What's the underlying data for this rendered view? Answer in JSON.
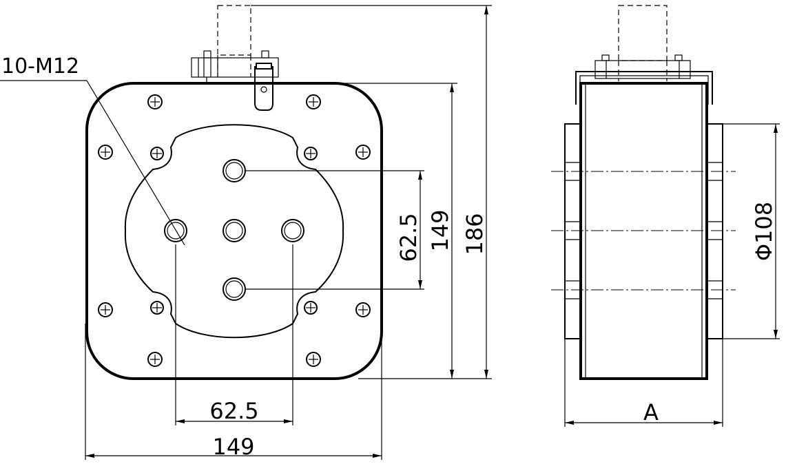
{
  "front_view": {
    "thread_callout": "10-M12",
    "dim_hole_spacing_horizontal": "62.5",
    "dim_width": "149",
    "dim_hole_spacing_vertical": "62.5",
    "dim_height_body": "149",
    "dim_height_overall": "186"
  },
  "side_view": {
    "dim_diameter": "Φ108",
    "dim_length": "A"
  }
}
